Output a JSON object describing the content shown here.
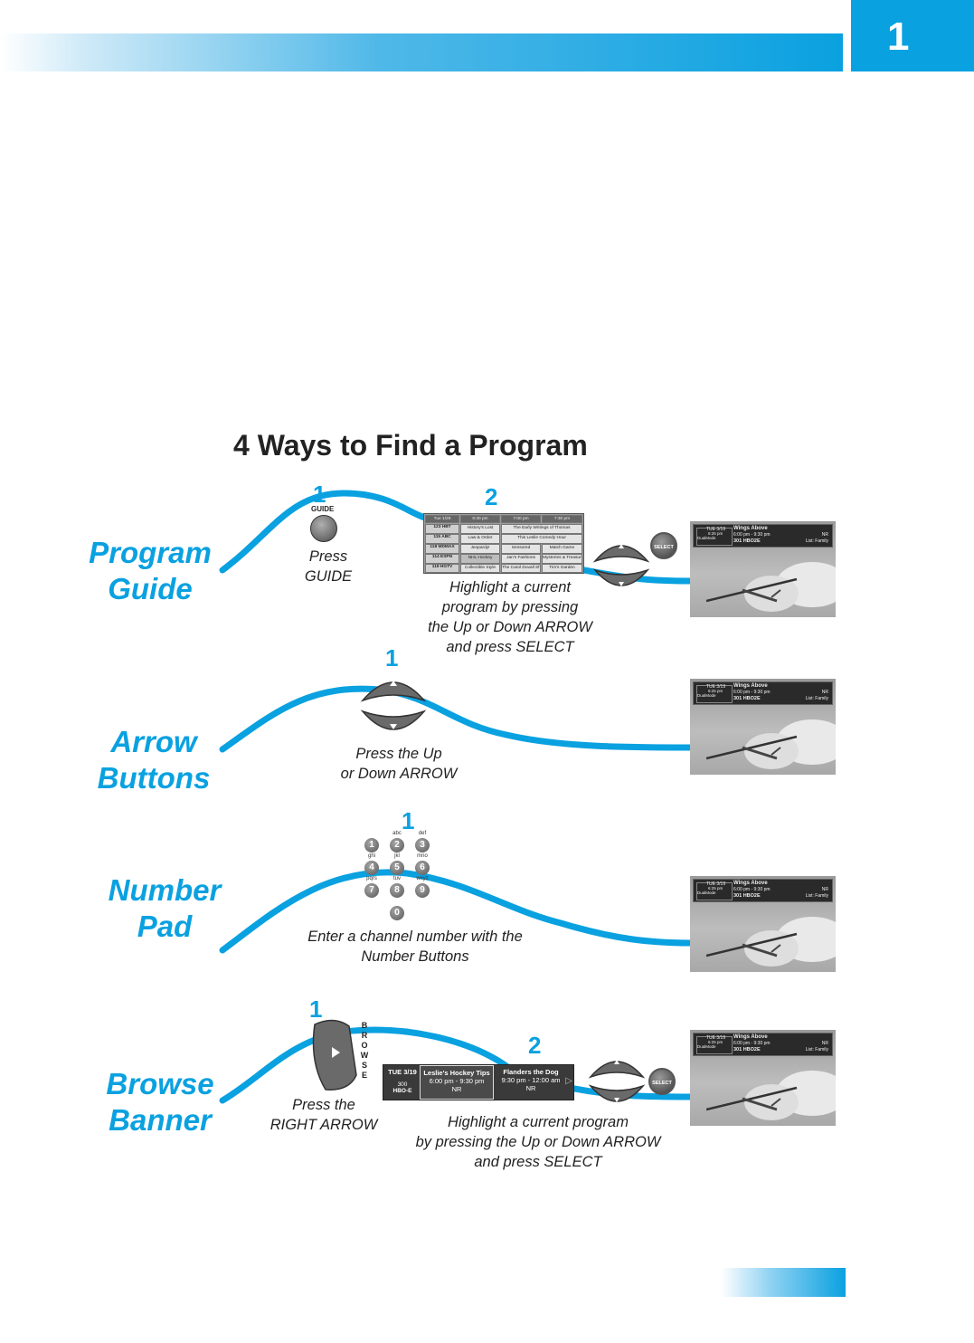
{
  "chapter_number": "1",
  "title": "4 Ways to Find a Program",
  "sections": {
    "program_guide": {
      "label_line1": "Program",
      "label_line2": "Guide",
      "step1": "1",
      "step1_button": "GUIDE",
      "step1_caption_line1": "Press",
      "step1_caption_line2": "GUIDE",
      "step2": "2",
      "step2_caption_lines": [
        "Highlight a current",
        "program by pressing",
        "the Up or Down ARROW",
        "and press SELECT"
      ],
      "select_label": "SELECT"
    },
    "arrow_buttons": {
      "label_line1": "Arrow",
      "label_line2": "Buttons",
      "step1": "1",
      "caption_lines": [
        "Press the Up",
        "or Down ARROW"
      ]
    },
    "number_pad": {
      "label_line1": "Number",
      "label_line2": "Pad",
      "step1": "1",
      "caption_lines": [
        "Enter a channel number with the",
        "Number Buttons"
      ],
      "keys": [
        {
          "num": "1",
          "letters": ""
        },
        {
          "num": "2",
          "letters": "abc"
        },
        {
          "num": "3",
          "letters": "def"
        },
        {
          "num": "4",
          "letters": "ghi"
        },
        {
          "num": "5",
          "letters": "jkl"
        },
        {
          "num": "6",
          "letters": "mno"
        },
        {
          "num": "7",
          "letters": "pqrs"
        },
        {
          "num": "8",
          "letters": "tuv"
        },
        {
          "num": "9",
          "letters": "wxyz"
        },
        {
          "num": "0",
          "letters": ""
        }
      ]
    },
    "browse_banner": {
      "label_line1": "Browse",
      "label_line2": "Banner",
      "step1": "1",
      "browse_letters": [
        "B",
        "R",
        "O",
        "W",
        "S",
        "E"
      ],
      "step1_caption_line1": "Press the",
      "step1_caption_line2": "RIGHT ARROW",
      "step2": "2",
      "step2_caption_lines": [
        "Highlight a current program",
        "by pressing the Up or Down ARROW",
        "and press SELECT"
      ],
      "select_label": "SELECT",
      "banner": {
        "date": "TUE 3/19",
        "channel_num": "300",
        "channel_name": "HBO-E",
        "prog1_title": "Leslie's Hockey Tips",
        "prog1_time": "6:00 pm - 9:30 pm",
        "prog1_rating": "NR",
        "prog2_title": "Flanders the Dog",
        "prog2_time": "9:30 pm - 12:00 am",
        "prog2_rating": "NR"
      }
    }
  },
  "guide_grid": {
    "date": "Tue 1/29",
    "times": [
      "6:30 pm",
      "7:00 pm",
      "7:30 pm"
    ],
    "channels": [
      "123 HBT",
      "115 ABC",
      "118 MDMAX",
      "114 ESPN",
      "119 HGTV"
    ],
    "programs": [
      [
        "History's Lost",
        "The Early Writings of Thomas"
      ],
      [
        "Law & Order",
        "This Leslie Comedy Hour"
      ],
      [
        "Jeopardy!",
        "Sensored",
        "Match Game"
      ],
      [
        "NHL Hockey",
        "Jan's Fashions",
        "Mysteries & Treasures"
      ],
      [
        "Collectible Style",
        "The Carol Duvall Show",
        "Tim's Garden"
      ]
    ]
  },
  "tv_banner": {
    "date": "TUE 3/19",
    "time": "6:25 pm",
    "mode": "DualMode",
    "title": "Wings Above",
    "schedule": "6:00 pm - 9:30 pm",
    "channel": "301 HBO2E",
    "rating": "NR",
    "list": "List: Family"
  },
  "colors": {
    "accent": "#0aa1e0"
  }
}
